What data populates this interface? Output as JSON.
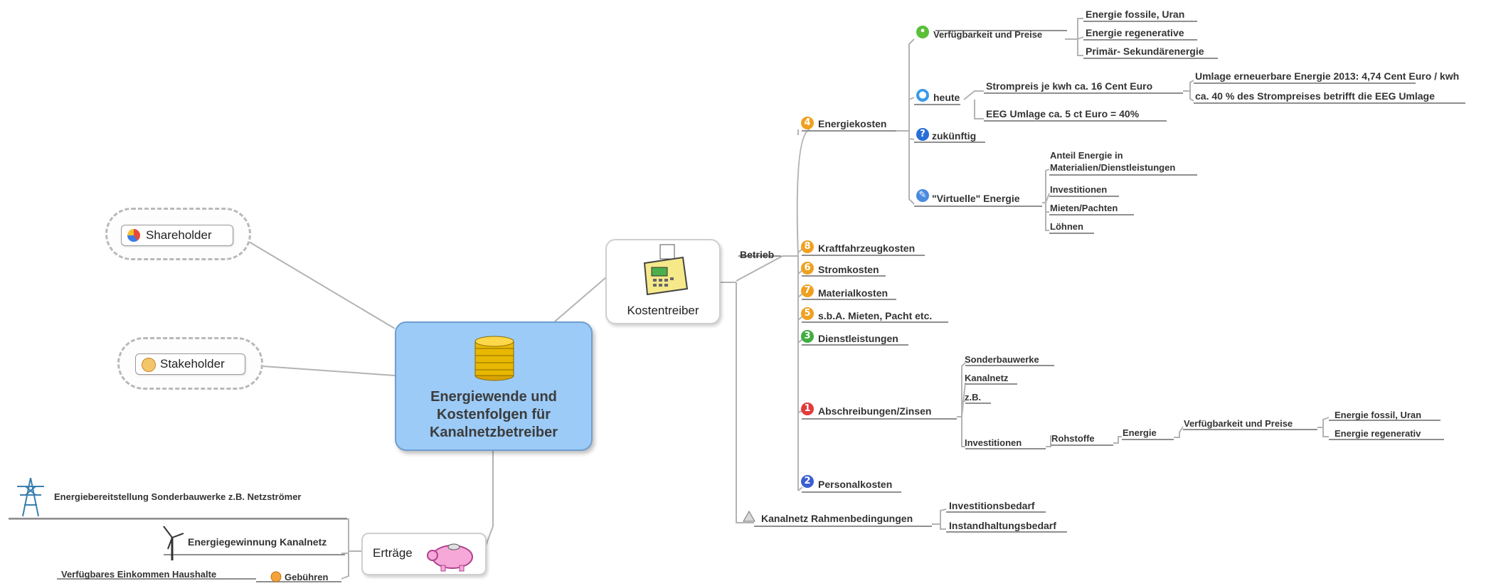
{
  "central": {
    "title": "Energiewende und\nKostenfolgen für\nKanalnetzbetreiber"
  },
  "left_nodes": {
    "shareholder": "Shareholder",
    "stakeholder": "Stakeholder"
  },
  "kostentreiber": {
    "label": "Kostentreiber"
  },
  "betrieb": "Betrieb",
  "energiekosten": {
    "label": "Energiekosten",
    "verfuegbarkeit": {
      "label": "Verfügbarkeit und Preise",
      "children": [
        "Energie fossile, Uran",
        "Energie regenerative",
        "Primär- Sekundärenergie"
      ]
    },
    "heute": {
      "label": "heute",
      "strompreis": "Strompreis je kwh ca. 16 Cent Euro",
      "strompreis_children": [
        "Umlage erneuerbare Energie 2013: 4,74 Cent Euro / kwh",
        "ca. 40 % des Strompreises betrifft die EEG Umlage"
      ],
      "eeg": "EEG Umlage ca. 5 ct Euro = 40%"
    },
    "zukuenftig": "zukünftig",
    "virtuelle": {
      "label": "\"Virtuelle\" Energie",
      "children": [
        "Anteil Energie in\nMaterialien/Dienstleistungen",
        "Investitionen",
        "Mieten/Pachten",
        "Löhnen"
      ]
    }
  },
  "cost_items": [
    {
      "label": "Kraftfahrzeugkosten",
      "badge": "8"
    },
    {
      "label": "Stromkosten",
      "badge": "6"
    },
    {
      "label": "Materialkosten",
      "badge": "7"
    },
    {
      "label": "s.b.A. Mieten, Pacht etc.",
      "badge": "5"
    },
    {
      "label": "Dienstleistungen",
      "badge": "3"
    }
  ],
  "energiekosten_badge": "4",
  "abschreibungen": {
    "label": "Abschreibungen/Zinsen",
    "badge": "1",
    "children": [
      "Sonderbauwerke",
      "Kanalnetz",
      "z.B.",
      "Investitionen"
    ],
    "rohstoffe": "Rohstoffe",
    "energie": "Energie",
    "verfuegbarkeit": "Verfügbarkeit und Preise",
    "leaves": [
      "Energie fossil, Uran",
      "Energie regenerativ"
    ]
  },
  "personalkosten": {
    "label": "Personalkosten",
    "badge": "2"
  },
  "kanalnetz": {
    "label": "Kanalnetz Rahmenbedingungen",
    "children": [
      "Investitionsbedarf",
      "Instandhaltungsbedarf"
    ]
  },
  "ertraege": {
    "label": "Erträge",
    "items": [
      "Energiebereitstellung Sonderbauwerke z.B. Netzströmer",
      "Energiegewinnung Kanalnetz"
    ],
    "gebuehren": "Gebühren",
    "einkommen": "Verfügbares Einkommen Haushalte"
  },
  "colors": {
    "central_fill": "#9ccbf7",
    "connector": "#b3b3b3",
    "badge_orange": "#f0a020",
    "badge_green": "#3fae3f",
    "badge_red": "#e23b3b",
    "badge_blue": "#3b5fd1"
  },
  "icons": {
    "central": "gold-coins-icon",
    "kostentreiber": "cash-register-icon",
    "ertraege": "piggy-bank-icon",
    "shareholder": "pie-chart-icon",
    "stakeholder": "person-icon",
    "verfuegbarkeit": "lightbulb-icon",
    "heute": "globe-icon",
    "zukuenftig": "question-icon",
    "virtuelle": "pencil-icon",
    "kanalnetz": "warning-triangle-icon",
    "netzstroemer": "power-pylon-icon",
    "windrad": "wind-turbine-icon",
    "gebuehren": "sun-icon"
  }
}
